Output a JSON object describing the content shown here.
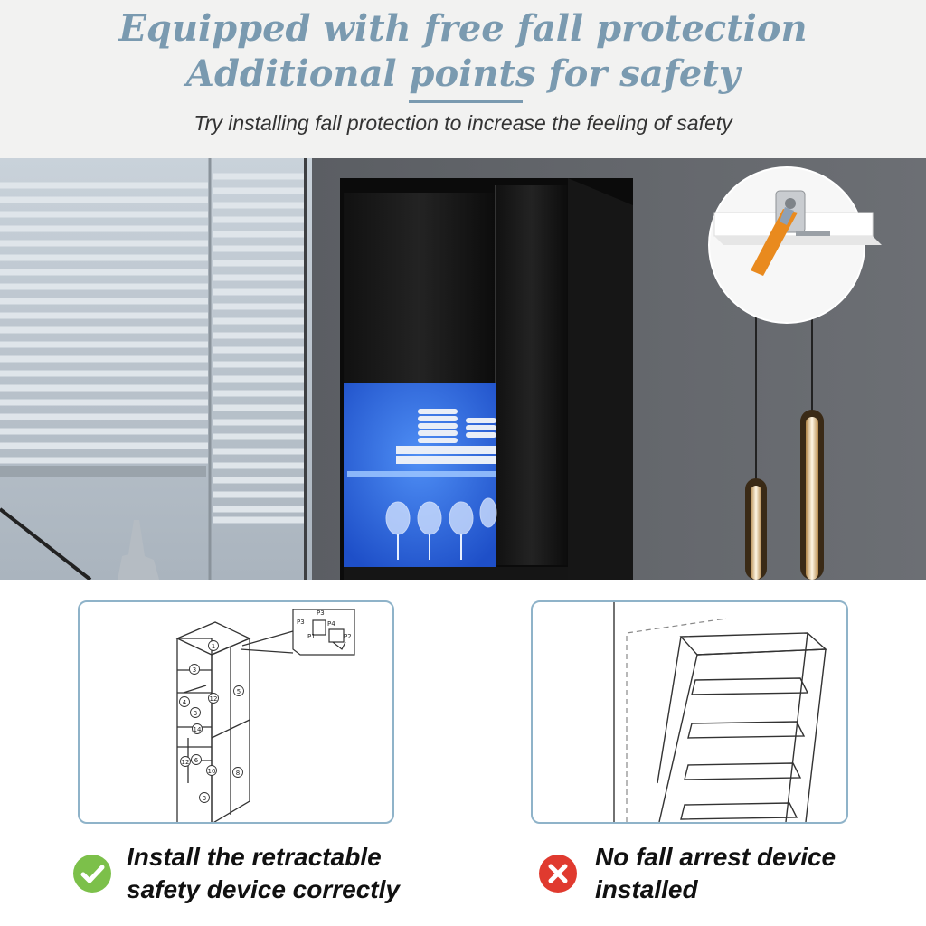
{
  "header": {
    "title_line1": "Equipped with free fall protection",
    "title_line2": "Additional points for safety",
    "subtitle": "Try installing fall protection to increase the feeling of safety"
  },
  "diagram_left": {
    "callout_labels": [
      "P3",
      "P3",
      "P4",
      "P1",
      "P2"
    ],
    "part_numbers": [
      "1",
      "3",
      "12",
      "5",
      "4",
      "3",
      "14",
      "12",
      "6",
      "10",
      "8",
      "3"
    ]
  },
  "captions": {
    "correct": [
      "Install the retractable",
      "safety device correctly"
    ],
    "incorrect": [
      "No fall arrest device",
      "installed"
    ]
  },
  "colors": {
    "title": "#7a9ab0",
    "panel_border": "#8fb3c9",
    "ok_green": "#7cc04a",
    "bad_red": "#e03a2f"
  },
  "icons": {
    "correct": "check-circle-icon",
    "incorrect": "cross-circle-icon"
  }
}
